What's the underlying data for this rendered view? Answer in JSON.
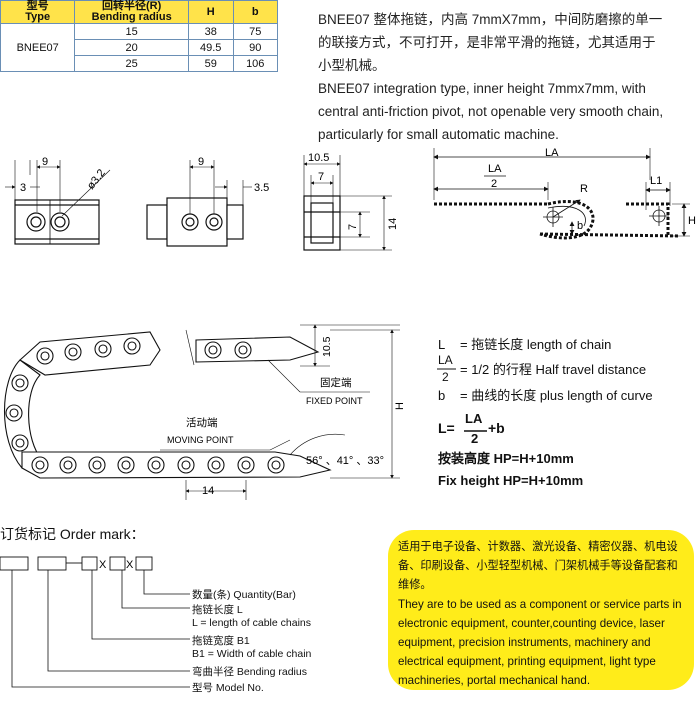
{
  "spec_table": {
    "headers": {
      "type_cn": "型号",
      "type_en": "Type",
      "radius_cn": "回转半径(R)",
      "radius_en": "Bending radius",
      "h": "H",
      "b": "b"
    },
    "model": "BNEE07",
    "rows": [
      {
        "r": "15",
        "h": "38",
        "b": "75"
      },
      {
        "r": "20",
        "h": "49.5",
        "b": "90"
      },
      {
        "r": "25",
        "h": "59",
        "b": "106"
      }
    ]
  },
  "description": {
    "cn_line1": "BNEE07 整体拖链，内高 7mmX7mm，中间防磨擦的单一",
    "cn_line2": "的联接方式，不可打开，是非常平滑的拖链，尤其适用于",
    "cn_line3": "小型机械。",
    "en_line1": "BNEE07 integration type, inner height 7mmx7mm, with",
    "en_line2": "central anti-friction pivot, not openable very smooth chain,",
    "en_line3": "particularly for small automatic machine."
  },
  "dimensions": {
    "d9a": "9",
    "d3": "3",
    "dphi": "ø3.2",
    "d9b": "9",
    "d35": "3.5",
    "d105": "10.5",
    "d7a": "7",
    "d7b": "7",
    "d14a": "14",
    "la": "LA",
    "la_num": "LA",
    "la_den": "2",
    "r": "R",
    "l1": "L1",
    "hb": "b",
    "h": "H",
    "d105b": "10.5",
    "fixed_cn": "固定端",
    "fixed_en": "FIXED POINT",
    "moving_cn": "活动端",
    "moving_en": "MOVING POINT",
    "angles": "56°  、41°  、33°",
    "d14b": "14",
    "h_big": "H"
  },
  "legend": {
    "l_sym": "L",
    "l_text": "= 拖链长度  length of chain",
    "la_num": "LA",
    "la_den": "2",
    "la_text": "= 1/2 的行程  Half travel distance",
    "b_sym": "b",
    "b_text": "= 曲线的长度  plus length of curve",
    "formula_l": "L=",
    "formula_num": "LA",
    "formula_den": "2",
    "formula_b": "+b",
    "install_cn": "按装高度 HP=H+10mm",
    "install_en": "Fix height HP=H+10mm"
  },
  "order": {
    "title": "订货标记 Order mark：",
    "x1": "X",
    "x2": "X",
    "qty": "数量(条) Quantity(Bar)",
    "len_cn": "拖链长度 L",
    "len_en": "L = length of cable chains",
    "width_cn": "拖链宽度 B1",
    "width_en": "B1 = Width of cable chain",
    "radius": "弯曲半径 Bending radius",
    "model": "型号 Model No."
  },
  "applications": {
    "cn": "适用于电子设备、计数器、激光设备、精密仪器、机电设备、印刷设备、小型轻型机械、门架机械手等设备配套和维修。",
    "en": "They are to be used as a component or service parts in electronic equipment, counter,counting device, laser equipment, precision instruments, machinery and electrical equipment, printing equipment, light type machineries, portal mechanical hand."
  }
}
